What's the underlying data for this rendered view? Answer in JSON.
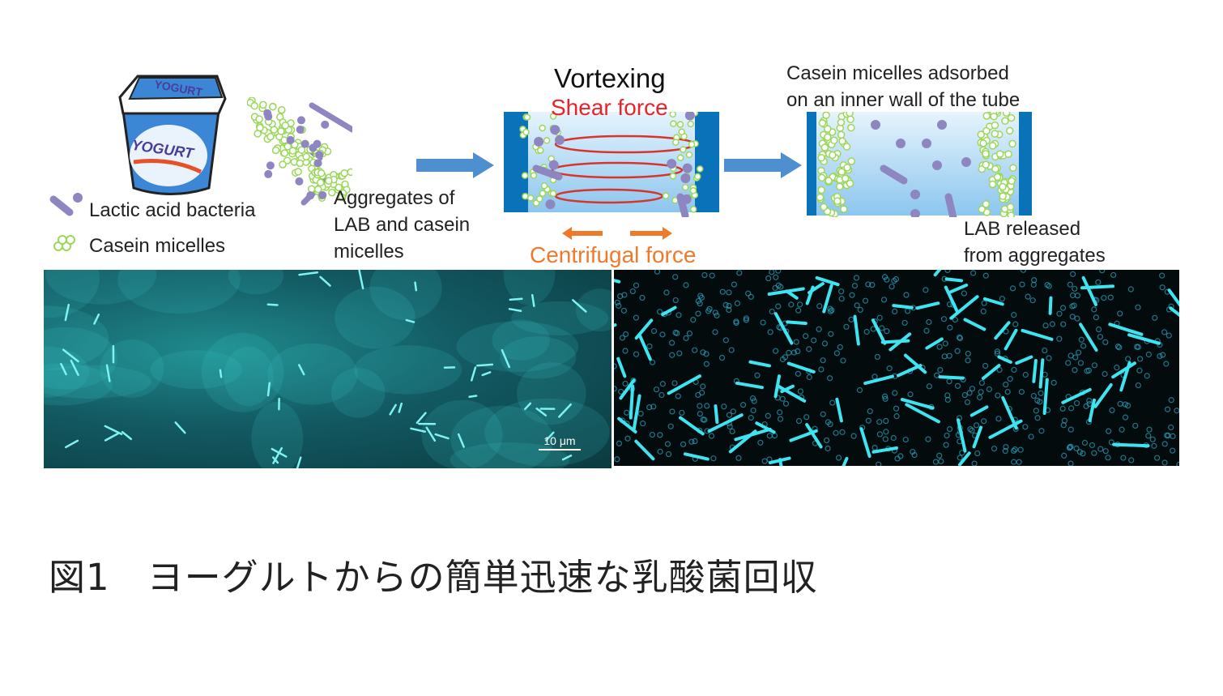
{
  "legend": {
    "lab_label": "Lactic acid bacteria",
    "casein_label": "Casein micelles"
  },
  "yogurt": {
    "lid_text": "YOGURT",
    "body_text": "YOGURT"
  },
  "aggregates_label": [
    "Aggregates of",
    "LAB and casein",
    "micelles"
  ],
  "vortex": {
    "title": "Vortexing",
    "shear_label": "Shear force",
    "centrifugal_label": "Centrifugal force"
  },
  "result": {
    "adsorbed_label": [
      "Casein micelles adsorbed",
      "on an inner wall of the tube"
    ],
    "released_label": [
      "LAB released",
      "from aggregates"
    ]
  },
  "micrograph": {
    "scale_bar": "10 μm"
  },
  "caption": "図1　ヨーグルトからの簡単迅速な乳酸菌回収",
  "colors": {
    "lab": "#8e86c0",
    "casein": "#9ad85a",
    "tube": "#0a72b8",
    "arrow": "#4e8fd0",
    "shear": "#e8232a",
    "centrifugal": "#f07a2a"
  }
}
